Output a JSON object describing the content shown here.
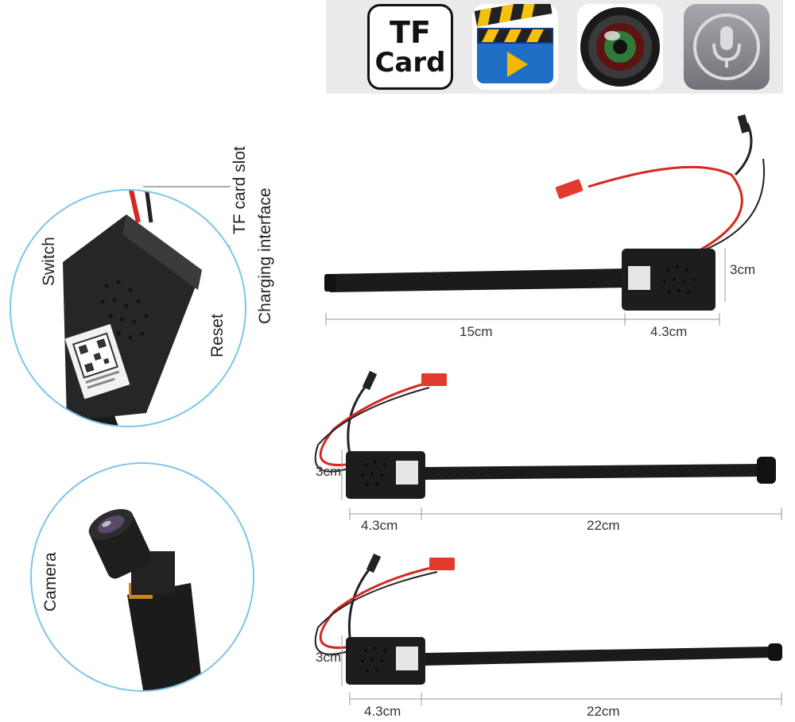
{
  "features": {
    "tf_card_line1": "TF",
    "tf_card_line2": "Card"
  },
  "callout_module": {
    "switch": "Switch",
    "tf_card_slot": "TF card slot",
    "charging_interface": "Charging interface",
    "reset": "Reset"
  },
  "callout_camera": {
    "camera": "Camera"
  },
  "product1": {
    "height": "3cm",
    "cable_length": "15cm",
    "module_width": "4.3cm"
  },
  "product2": {
    "height": "3cm",
    "module_width": "4.3cm",
    "cable_length": "22cm"
  },
  "product3": {
    "height": "3cm",
    "module_width": "4.3cm",
    "cable_length": "22cm"
  },
  "colors": {
    "circle_border": "#7cc6e8",
    "wire_red": "#d8261f",
    "connector_red": "#e23a2c",
    "module_black": "#1d1d1d"
  }
}
